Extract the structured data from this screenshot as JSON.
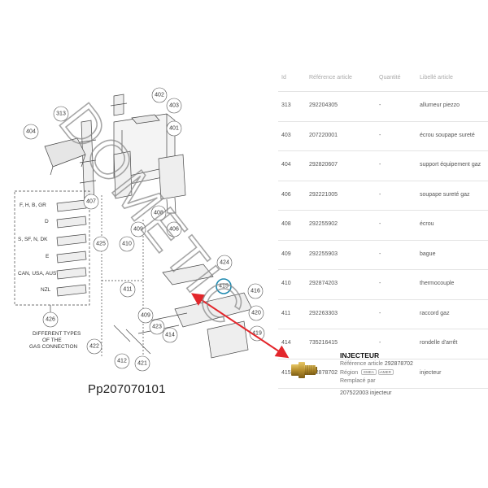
{
  "diagram": {
    "code": "Pp207070101",
    "callouts": [
      "402",
      "403",
      "313",
      "401",
      "404",
      "407",
      "425",
      "409",
      "410",
      "408",
      "406",
      "424",
      "411",
      "415",
      "416",
      "420",
      "409",
      "423",
      "414",
      "419",
      "422",
      "412",
      "421",
      "426"
    ],
    "gas_types": [
      "F, H, B, GR",
      "D",
      "S, SF, N, DK",
      "E",
      "CAN, USA, AUS",
      "NZL"
    ],
    "gas_caption": [
      "DIFFERENT TYPES",
      "OF THE",
      "GAS CONNECTION"
    ],
    "watermark": "DOMETIC",
    "highlight_color": "#1f8ab0",
    "arrow_color": "#e3262b"
  },
  "table": {
    "headers": {
      "id": "Id",
      "ref": "Référence article",
      "qty": "Quantité",
      "label": "Libellé article"
    },
    "rows": [
      {
        "id": "313",
        "ref": "292204305",
        "qty": "-",
        "label": "allumeur piezzo"
      },
      {
        "id": "403",
        "ref": "207220001",
        "qty": "-",
        "label": "écrou soupape sureté"
      },
      {
        "id": "404",
        "ref": "292820607",
        "qty": "-",
        "label": "support équipement gaz"
      },
      {
        "id": "406",
        "ref": "292221005",
        "qty": "-",
        "label": "soupape sureté gaz"
      },
      {
        "id": "408",
        "ref": "292255902",
        "qty": "-",
        "label": "écrou"
      },
      {
        "id": "409",
        "ref": "292255903",
        "qty": "-",
        "label": "bague"
      },
      {
        "id": "410",
        "ref": "292874203",
        "qty": "-",
        "label": "thermocouple"
      },
      {
        "id": "411",
        "ref": "292263303",
        "qty": "-",
        "label": "raccord gaz"
      },
      {
        "id": "414",
        "ref": "735216415",
        "qty": "-",
        "label": "rondelle d'arrêt"
      },
      {
        "id": "415",
        "ref": "292878702",
        "qty": "-",
        "label": "injecteur"
      }
    ]
  },
  "detail": {
    "title": "INJECTEUR",
    "ref_label": "Référence article",
    "ref_value": "292878702",
    "region_label": "Région",
    "regions": [
      "EMEA",
      "AMER"
    ],
    "replaced_by_label": "Remplacé par",
    "replacement": "207522003 injecteur"
  }
}
